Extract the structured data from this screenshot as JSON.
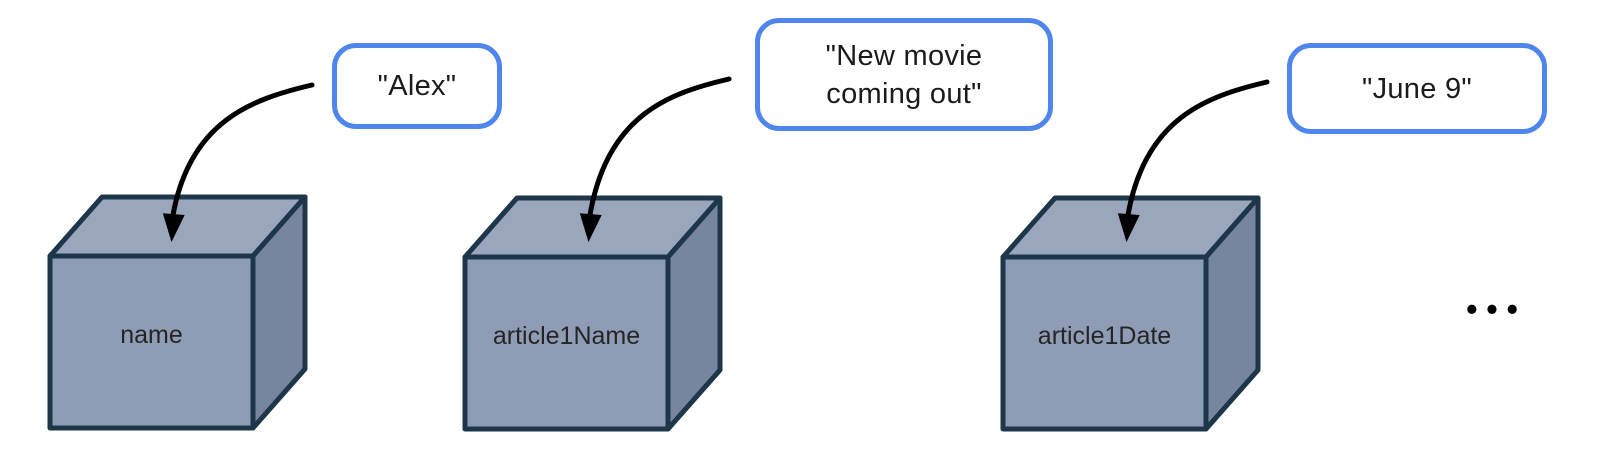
{
  "diagram": {
    "description_role": "variables-as-boxes-diagram",
    "colors": {
      "background": "#ffffff",
      "bubble_border": "#4e86ec",
      "bubble_fill": "#ffffff",
      "cube_top": "#9aa6bc",
      "cube_front": "#8f9cb5",
      "cube_side": "#77859f",
      "cube_outline": "#1d3649",
      "arrow": "#000000",
      "label_text": "#252525",
      "value_text": "#1b1b1b"
    },
    "variables": [
      {
        "label": "name",
        "value": "Alex",
        "value_lines": [
          "\"Alex\""
        ]
      },
      {
        "label": "article1Name",
        "value": "New movie coming out",
        "value_lines": [
          "\"New movie",
          "coming out\""
        ]
      },
      {
        "label": "article1Date",
        "value": "June 9",
        "value_lines": [
          "\"June 9\""
        ]
      }
    ],
    "more_indicator": "•••"
  }
}
